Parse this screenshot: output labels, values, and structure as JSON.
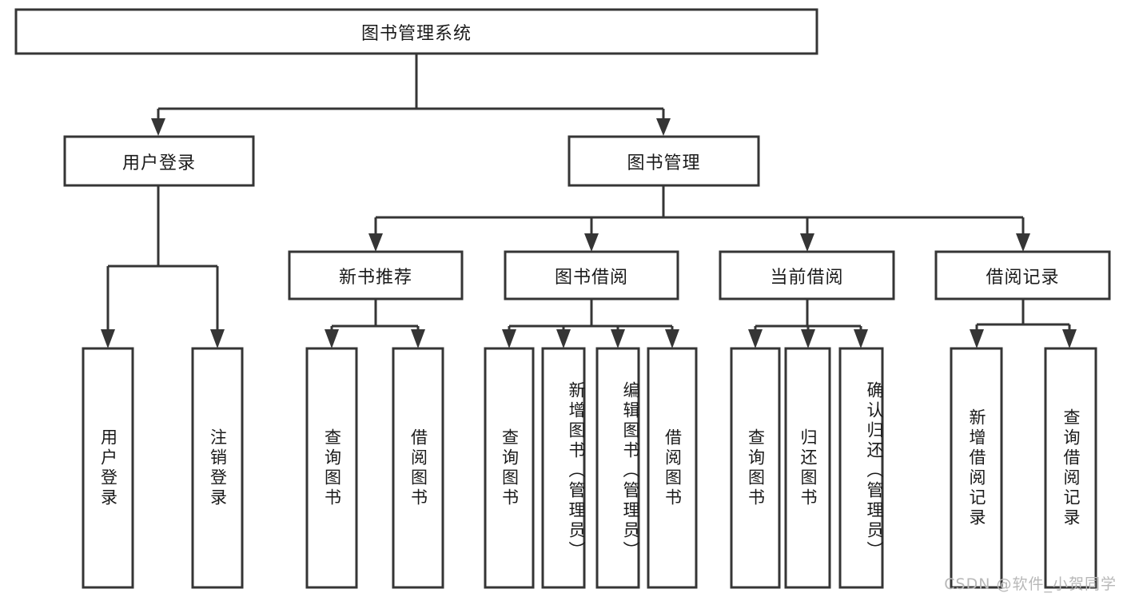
{
  "diagram": {
    "kind": "hierarchy-tree",
    "title": "图书管理系统",
    "root": {
      "label": "图书管理系统"
    },
    "level2": [
      {
        "label": "用户登录"
      },
      {
        "label": "图书管理"
      }
    ],
    "level3": [
      {
        "label": "新书推荐"
      },
      {
        "label": "图书借阅"
      },
      {
        "label": "当前借阅"
      },
      {
        "label": "借阅记录"
      }
    ],
    "leaves": {
      "user_login": [
        {
          "label": "用户登录"
        },
        {
          "label": "注销登录"
        }
      ],
      "new_book_recommend": [
        {
          "label": "查询图书"
        },
        {
          "label": "借阅图书"
        }
      ],
      "book_borrow": [
        {
          "label": "查询图书"
        },
        {
          "label": "新增图书（管理员）"
        },
        {
          "label": "编辑图书（管理员）"
        },
        {
          "label": "借阅图书"
        }
      ],
      "current_borrow": [
        {
          "label": "查询图书"
        },
        {
          "label": "归还图书"
        },
        {
          "label": "确认归还（管理员）"
        }
      ],
      "borrow_record": [
        {
          "label": "新增借阅记录"
        },
        {
          "label": "查询借阅记录"
        }
      ]
    }
  },
  "watermark": {
    "text": "CSDN @软件_小贺同学"
  },
  "colors": {
    "stroke": "#353535",
    "fill": "#ffffff",
    "text": "#1a1a1a",
    "watermark": "#b8b8b8"
  }
}
